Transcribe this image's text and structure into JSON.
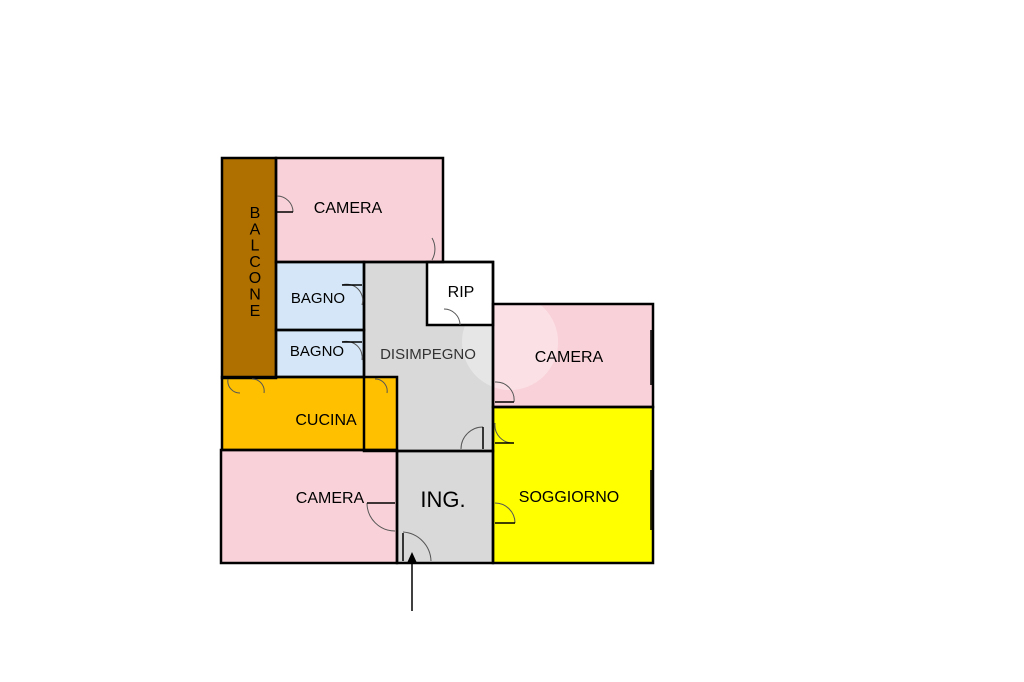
{
  "rooms": {
    "balcone": {
      "label": "BALCONE",
      "color": "#b07000"
    },
    "camera_top": {
      "label": "CAMERA",
      "color": "#f9d2d9"
    },
    "bagno_1": {
      "label": "BAGNO",
      "color": "#d4e6f7"
    },
    "bagno_2": {
      "label": "BAGNO",
      "color": "#d4e6f7"
    },
    "disimpegno": {
      "label": "DISIMPEGNO",
      "color": "#d9d9d9"
    },
    "rip": {
      "label": "RIP",
      "color": "#ffffff"
    },
    "camera_right": {
      "label": "CAMERA",
      "color": "#f9d2d9"
    },
    "cucina": {
      "label": "CUCINA",
      "color": "#ffc000"
    },
    "camera_bottom": {
      "label": "CAMERA",
      "color": "#f9d2d9"
    },
    "ing": {
      "label": "ING.",
      "color": "#d9d9d9"
    },
    "soggiorno": {
      "label": "SOGGIORNO",
      "color": "#ffff00"
    }
  },
  "entrance": {
    "icon": "entrance-arrow-icon"
  }
}
